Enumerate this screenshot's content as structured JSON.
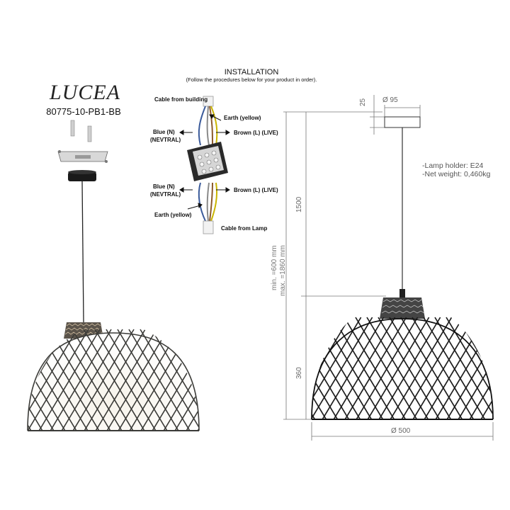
{
  "product": {
    "name": "LUCEA",
    "code": "80775-10-PB1-BB"
  },
  "installation": {
    "title": "INSTALLATION",
    "note": "(Follow the procedures below for your product in order).",
    "labels": {
      "cable_building": "Cable from building",
      "earth_top": "Earth (yellow)",
      "blue_top_1": "Blue (N)",
      "blue_top_2": "(NEVTRAL)",
      "brown_top": "Brown (L) (LIVE)",
      "blue_bottom_1": "Blue (N)",
      "blue_bottom_2": "(NEVTRAL)",
      "brown_bottom": "Brown (L) (LIVE)",
      "earth_bottom": "Earth (yellow)",
      "cable_lamp": "Cable from Lamp"
    }
  },
  "specs": {
    "lamp_holder": "-Lamp holder: E24",
    "net_weight": "-Net weight: 0,460kg"
  },
  "dimensions": {
    "canopy_height": "25",
    "canopy_diameter": "Ø 95",
    "cable_length": "1500",
    "shade_height": "360",
    "shade_diameter": "Ø 500",
    "range_min": "min. =600 mm",
    "range_max": "max. =1860 mm"
  },
  "colors": {
    "wire_brown": "#8b5a2b",
    "wire_blue": "#3a5a9a",
    "wire_yellow": "#c9b400",
    "wicker_dark": "#3b3b38",
    "wicker_light": "#a89478",
    "dim_line": "#777777"
  }
}
